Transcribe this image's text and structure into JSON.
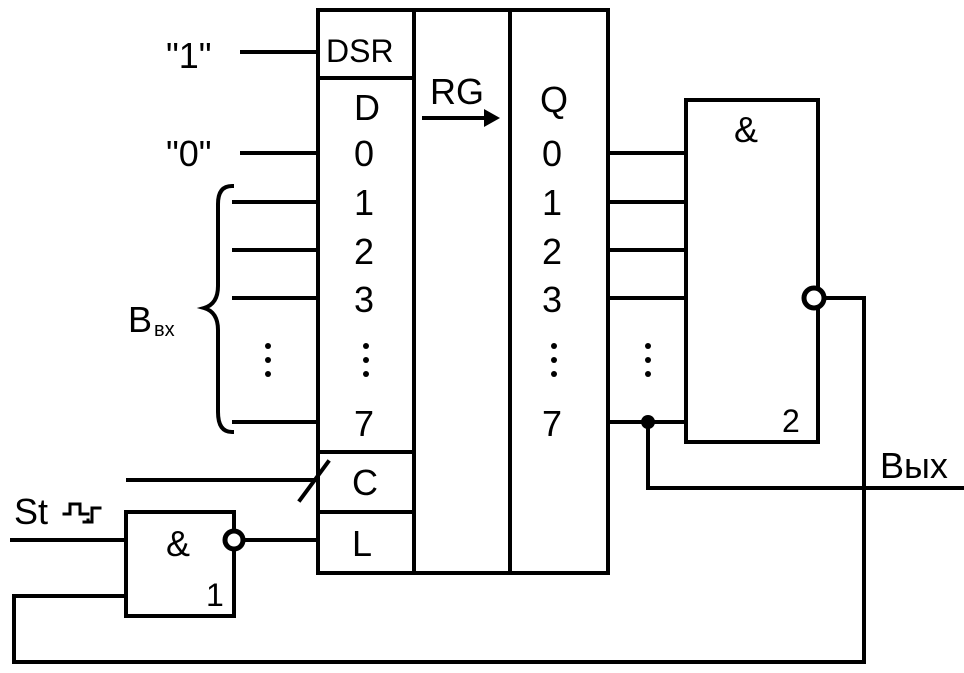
{
  "register": {
    "dsr_label": "DSR",
    "d_label": "D",
    "rg_label": "RG",
    "q_label": "Q",
    "d_pins": [
      "0",
      "1",
      "2",
      "3",
      "7"
    ],
    "q_pins": [
      "0",
      "1",
      "2",
      "3",
      "7"
    ],
    "c_label": "C",
    "l_label": "L"
  },
  "inputs": {
    "one": "\"1\"",
    "zero": "\"0\"",
    "bus_label_main": "B",
    "bus_label_sub": "вх",
    "st_label": "St"
  },
  "and_gate_1": {
    "symbol": "&",
    "number": "1"
  },
  "and_gate_2": {
    "symbol": "&",
    "number": "2"
  },
  "output": {
    "label": "Вых"
  }
}
